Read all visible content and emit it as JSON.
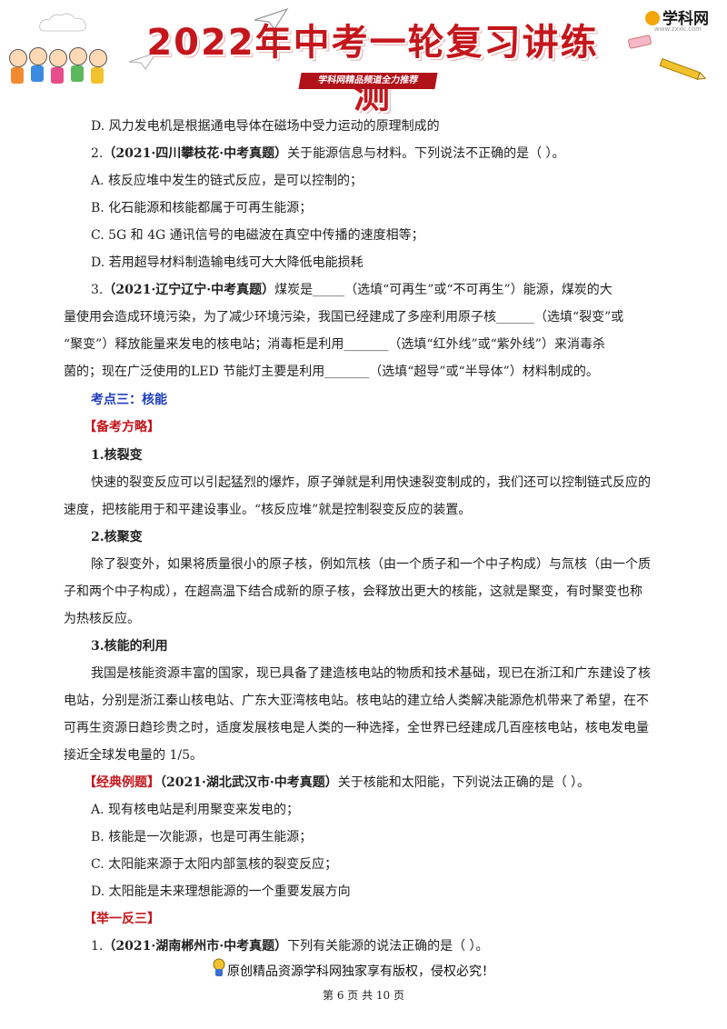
{
  "header": {
    "title": "2022年中考一轮复习讲练测",
    "subtitle": "学科网精品频道全力推荐",
    "logo_text": "学科网",
    "logo_url": "www.zxxk.com"
  },
  "lines": [
    {
      "text": "D. 风力发电机是根据通电导体在磁场中受力运动的原理制成的"
    },
    {
      "prefix": "2.",
      "source": "（2021·四川攀枝花·中考真题）",
      "text": "关于能源信息与材料。下列说法不正确的是（    ）。"
    },
    {
      "text": "A. 核反应堆中发生的链式反应，是可以控制的；"
    },
    {
      "text": "B. 化石能源和核能都属于可再生能源；"
    },
    {
      "text": "C. 5G 和 4G 通讯信号的电磁波在真空中传播的速度相等；"
    },
    {
      "text": "D. 若用超导材料制造输电线可大大降低电能损耗"
    },
    {
      "prefix": "3.",
      "source": "（2021·辽宁辽宁·中考真题）",
      "text": "煤炭是_____（选填“可再生”或“不可再生”）能源，煤炭的大"
    },
    {
      "text": "量使用会造成环境污染，为了减少环境污染，我国已经建成了多座利用原子核______（选填“裂变”或"
    },
    {
      "text": "“聚变”）释放能量来发电的核电站；消毒柜是利用_______（选填“红外线”或“紫外线”）来消毒杀"
    },
    {
      "text": "菌的；现在广泛使用的LED 节能灯主要是利用_______（选填“超导”或“半导体”）材料制成的。"
    }
  ],
  "section": {
    "title": "考点三：核能",
    "strategy_label": "【备考方略】",
    "h1": "1.核裂变",
    "p1": [
      "快速的裂变反应可以引起猛烈的爆炸，原子弹就是利用快速裂变制成的，我们还可以控制链式反应的",
      "速度，把核能用于和平建设事业。“核反应堆”就是控制裂变反应的装置。"
    ],
    "h2": "2.核聚变",
    "p2": [
      "除了裂变外，如果将质量很小的原子核，例如氘核（由一个质子和一个中子构成）与氚核（由一个质",
      "子和两个中子构成），在超高温下结合成新的原子核，会释放出更大的核能，这就是聚变，有时聚变也称",
      "为热核反应。"
    ],
    "h3": "3.核能的利用",
    "p3": [
      "我国是核能资源丰富的国家，现已具备了建造核电站的物质和技术基础，现已在浙江和广东建设了核",
      "电站，分别是浙江秦山核电站、广东大亚湾核电站。核电站的建立给人类解决能源危机带来了希望，在不",
      "可再生资源日趋珍贵之时，适度发展核电是人类的一种选择，全世界已经建成几百座核电站，核电发电量",
      "接近全球发电量的 1/5。"
    ],
    "example_label": "【经典例题】",
    "example_source": "（2021·湖北武汉市·中考真题）",
    "example_text": "关于核能和太阳能，下列说法正确的是（      ）。",
    "example_options": [
      "A. 现有核电站是利用聚变来发电的；",
      "B. 核能是一次能源，也是可再生能源；",
      "C. 太阳能来源于太阳内部氢核的裂变反应；",
      "D. 太阳能是未来理想能源的一个重要发展方向"
    ],
    "practice_label": "【举一反三】",
    "practice_prefix": "1.",
    "practice_source": "（2021·湖南郴州市·中考真题）",
    "practice_text": "下列有关能源的说法正确的是（     ）。"
  },
  "footer": {
    "slogan": "原创精品资源学科网独家享有版权，侵权必究！",
    "page": "第 6 页 共 10 页"
  },
  "colors": {
    "title_red": "#c4161c",
    "heading_blue": "#1f3fbf"
  }
}
